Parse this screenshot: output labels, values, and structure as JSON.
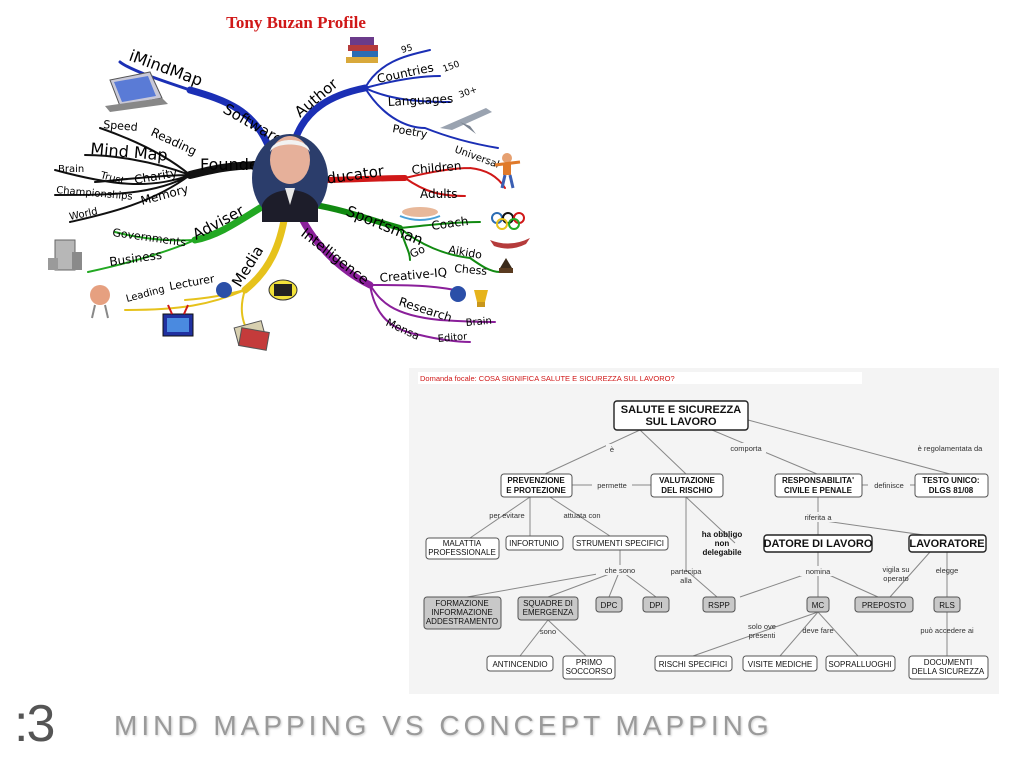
{
  "slide": {
    "number": ":3",
    "title": "MIND MAPPING VS CONCEPT MAPPING"
  },
  "mind_map": {
    "title": "Tony Buzan Profile",
    "branches": [
      {
        "id": "software",
        "label": "Software",
        "color": "#1b2fb5",
        "sub": [
          "iMindMap"
        ]
      },
      {
        "id": "author",
        "label": "Author",
        "color": "#1b2fb5",
        "sub": [
          "Countries",
          "Languages",
          "Poetry",
          "95",
          "150",
          "30+",
          "Universal"
        ]
      },
      {
        "id": "founder",
        "label": "Founder",
        "color": "#111111",
        "sub": [
          "Reading",
          "Speed",
          "Mind Map",
          "Trust",
          "Charity",
          "Memory",
          "Brain",
          "Championships",
          "World"
        ]
      },
      {
        "id": "educator",
        "label": "Educator",
        "color": "#d01818",
        "sub": [
          "Children",
          "Adults"
        ]
      },
      {
        "id": "adviser",
        "label": "Adviser",
        "color": "#22a822",
        "sub": [
          "Governments",
          "Business"
        ]
      },
      {
        "id": "sportsman",
        "label": "Sportsman",
        "color": "#118a11",
        "sub": [
          "Coach",
          "Go",
          "Aikido",
          "Chess"
        ]
      },
      {
        "id": "media",
        "label": "Media",
        "color": "#e6c21c",
        "sub": [
          "Lecturer",
          "Leading"
        ]
      },
      {
        "id": "intelligence",
        "label": "Intelligence",
        "color": "#8a1f9a",
        "sub": [
          "Creative-IQ",
          "Research",
          "Brain",
          "Mensa",
          "Editor"
        ]
      }
    ]
  },
  "concept_map": {
    "focus_question": "Domanda focale: COSA SIGNIFICA SALUTE E SICUREZZA SUL LAVORO?",
    "nodes": {
      "root": [
        "SALUTE E SICUREZZA",
        "SUL LAVORO"
      ],
      "prevenzione": [
        "PREVENZIONE",
        "E PROTEZIONE"
      ],
      "valutazione": [
        "VALUTAZIONE",
        "DEL RISCHIO"
      ],
      "responsabilita": [
        "RESPONSABILITA'",
        "CIVILE E PENALE"
      ],
      "testo": [
        "TESTO UNICO:",
        "DLGS 81/08"
      ],
      "malattia": [
        "MALATTIA",
        "PROFESSIONALE"
      ],
      "infortunio": [
        "INFORTUNIO"
      ],
      "strumenti": [
        "STRUMENTI SPECIFICI"
      ],
      "obbligo": [
        "ha obbligo",
        "non",
        "delegabile"
      ],
      "datore": [
        "DATORE DI LAVORO"
      ],
      "lavoratore": [
        "LAVORATORE"
      ],
      "formazione": [
        "FORMAZIONE",
        "INFORMAZIONE",
        "ADDESTRAMENTO"
      ],
      "squadre": [
        "SQUADRE DI",
        "EMERGENZA"
      ],
      "dpc": [
        "DPC"
      ],
      "dpi": [
        "DPI"
      ],
      "rspp": [
        "RSPP"
      ],
      "mc": [
        "MC"
      ],
      "preposto": [
        "PREPOSTO"
      ],
      "rls": [
        "RLS"
      ],
      "antincendio": [
        "ANTINCENDIO"
      ],
      "primo": [
        "PRIMO",
        "SOCCORSO"
      ],
      "rischi": [
        "RISCHI SPECIFICI"
      ],
      "visite": [
        "VISITE MEDICHE"
      ],
      "sopralluoghi": [
        "SOPRALLUOGHI"
      ],
      "documenti": [
        "DOCUMENTI",
        "DELLA SICUREZZA"
      ]
    },
    "links": {
      "e": "è",
      "comporta": "comporta",
      "regolamentata": "è regolamentata da",
      "permette": "permette",
      "definisce": "definisce",
      "per_evitare": "per evitare",
      "attuata_con": "attuata con",
      "riferita_a": "riferita a",
      "che_sono": "che sono",
      "partecipa": [
        "partecipa",
        "alla"
      ],
      "nomina": "nomina",
      "vigila": [
        "vigila su",
        "operato"
      ],
      "elegge": "elegge",
      "sono": "sono",
      "solo_ove": [
        "solo ove",
        "presenti"
      ],
      "deve_fare": "deve fare",
      "puo_accedere": "può accedere ai"
    }
  }
}
